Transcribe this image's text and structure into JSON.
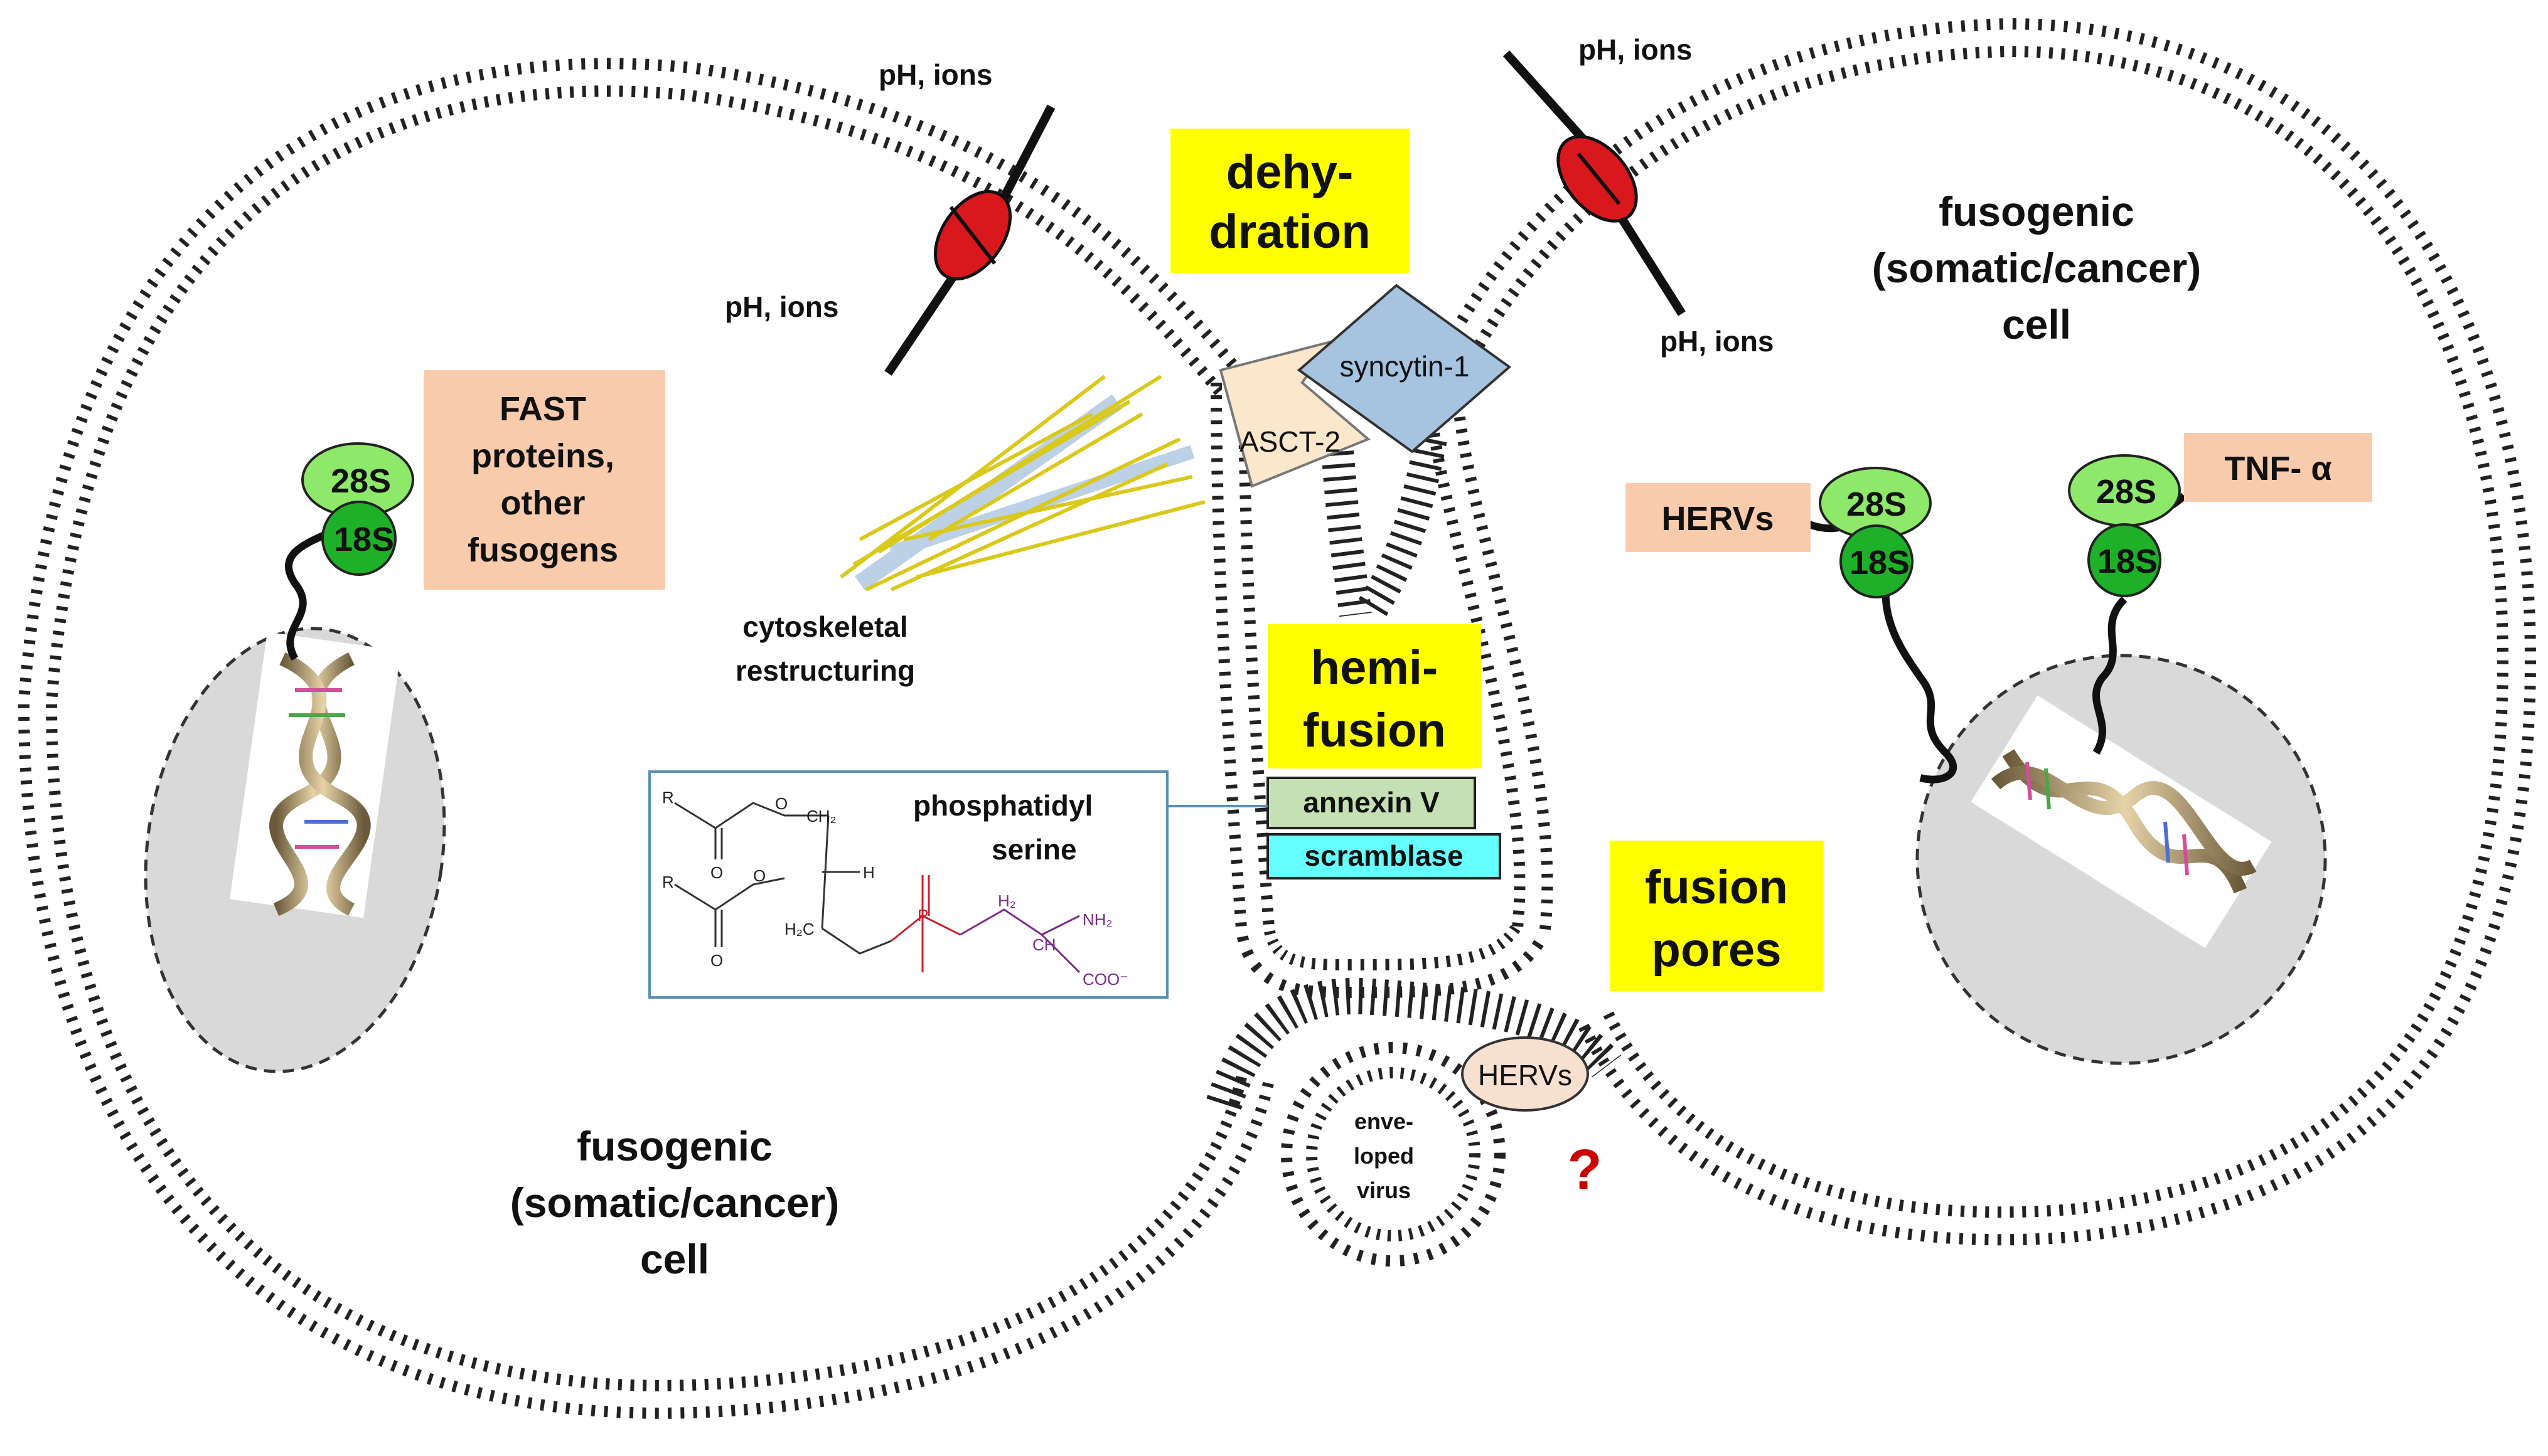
{
  "labels": {
    "ph_ions_top_left": "pH, ions",
    "ph_ions_left": "pH, ions",
    "ph_ions_top_right": "pH, ions",
    "ph_ions_right": "pH, ions",
    "dehydration_1": "dehy-",
    "dehydration_2": "dration",
    "syncytin": "syncytin-1",
    "asct2": "ASCT-2",
    "cytoskeletal_1": "cytoskeletal",
    "cytoskeletal_2": "restructuring",
    "hemifusion_1": "hemi-",
    "hemifusion_2": "fusion",
    "annexin": "annexin V",
    "scramblase": "scramblase",
    "ps_1": "phosphatidyl",
    "ps_2": "serine",
    "fusion_pores_1": "fusion",
    "fusion_pores_2": "pores",
    "fast_1": "FAST",
    "fast_2": "proteins,",
    "fast_3": "other",
    "fast_4": "fusogens",
    "hervs_right": "HERVs",
    "tnf": "TNF- α",
    "hervs_virus": "HERVs",
    "virus_1": "enve-",
    "virus_2": "loped",
    "virus_3": "virus",
    "question": "?",
    "left_cell_1": "fusogenic",
    "left_cell_2": "(somatic/cancer)",
    "left_cell_3": "cell",
    "right_cell_1": "fusogenic",
    "right_cell_2": "(somatic/cancer)",
    "right_cell_3": "cell",
    "rib_28s_left": "28S",
    "rib_18s_left": "18S",
    "rib_28s_mid": "28S",
    "rib_18s_mid": "18S",
    "rib_28s_right": "28S",
    "rib_18s_right": "18S"
  },
  "chem_labels": {
    "r1": "R",
    "r2": "R",
    "o1": "O",
    "o2": "O",
    "o3": "O",
    "o4": "O",
    "ch2": "CH₂",
    "h": "H",
    "h2c": "H₂C",
    "p": "P",
    "h2": "H₂",
    "ch": "CH",
    "nh2": "NH₂",
    "coo": "COO⁻"
  },
  "colors": {
    "yellow_box": "#ffff00",
    "salmon_box": "#f8cbad",
    "annexin_box": "#c5e0b4",
    "scramblase_box": "#66ffff",
    "syncytin": "#a6c3e0",
    "asct2": "#fbe7cc",
    "channel": "#d9181e",
    "rib_28s": "#8ee86a",
    "rib_18s": "#1fb02a",
    "nucleus": "#d9d9d9",
    "question": "#cc0000"
  }
}
